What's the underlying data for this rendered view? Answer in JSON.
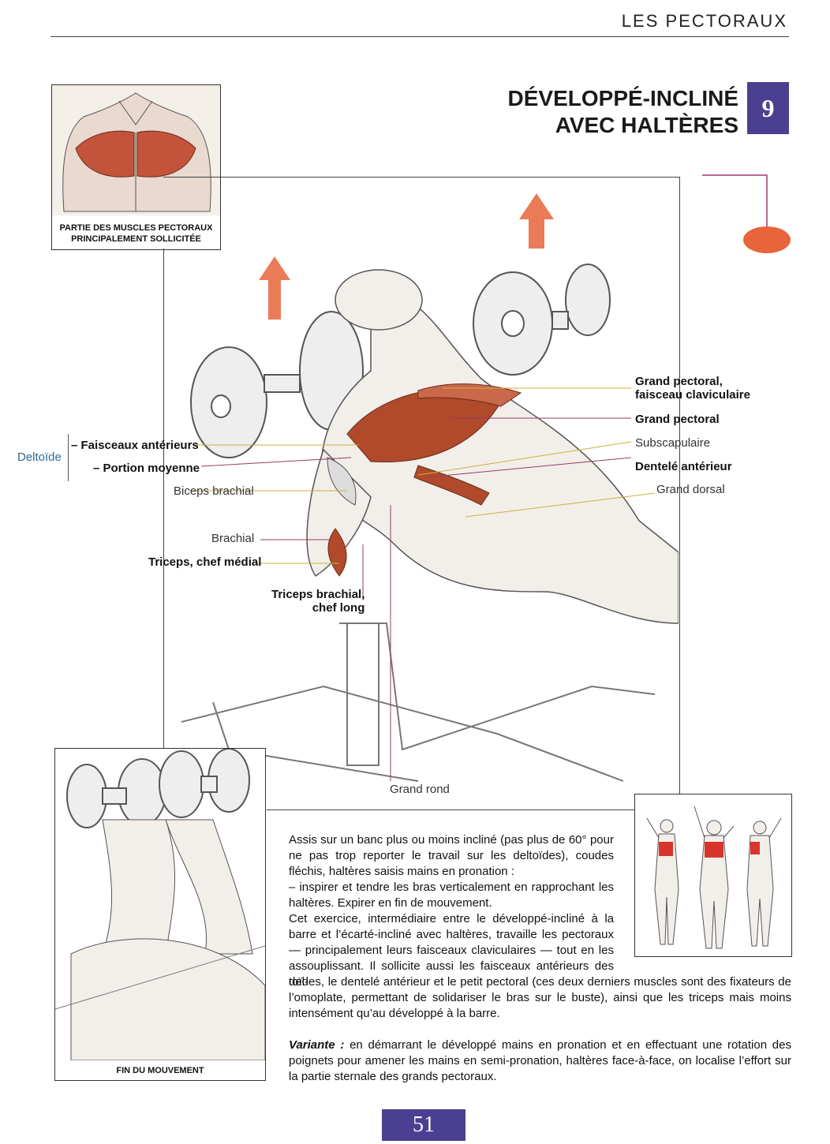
{
  "header": {
    "running_head": "LES PECTORAUX"
  },
  "title": {
    "line1": "DÉVELOPPÉ-INCLINÉ",
    "line2": "AVEC HALTÈRES",
    "number": "9"
  },
  "thumbnail": {
    "caption_line1": "PARTIE DES MUSCLES PECTORAUX",
    "caption_line2": "PRINCIPALEMENT SOLLICITÉE"
  },
  "labels_right": {
    "grand_pectoral_clav_1": "Grand pectoral,",
    "grand_pectoral_clav_2": "faisceau claviculaire",
    "grand_pectoral": "Grand pectoral",
    "subscapulaire": "Subscapulaire",
    "dentele": "Dentelé antérieur",
    "grand_dorsal": "Grand dorsal"
  },
  "labels_left": {
    "deltoide": "Deltoïde",
    "faisceaux": "– Faisceaux antérieurs",
    "portion": "– Portion moyenne",
    "biceps": "Biceps brachial",
    "brachial": "Brachial",
    "triceps_medial": "Triceps, chef médial",
    "triceps_long_1": "Triceps brachial,",
    "triceps_long_2": "chef long",
    "grand_rond": "Grand rond"
  },
  "fin": {
    "caption": "FIN DU MOUVEMENT"
  },
  "text": {
    "p1": "Assis sur un banc plus ou moins incliné (pas plus de 60° pour ne pas trop reporter le travail sur les deltoïdes), coudes fléchis, haltères saisis mains en pronation :",
    "p2": "– inspirer et tendre les bras verticalement en rapprochant les haltères. Expirer en fin de mouvement.",
    "p3": "Cet exercice, intermédiaire entre le développé-incliné à la barre et l’écarté-incliné avec haltères, travaille les pectoraux — principalement leurs faisceaux claviculaires — tout en les assouplissant. Il sollicite aussi les faisceaux antérieurs des del-",
    "p3b": "toïdes, le dentelé antérieur et le petit pectoral (ces deux derniers muscles sont des fixateurs de l’omoplate, permettant de solidariser le bras sur le buste), ainsi que les triceps mais moins intensément qu’au développé à la barre.",
    "variant_label": "Variante :",
    "variant": " en démarrant le développé mains en pronation et en effectuant une rotation des poignets pour amener les mains en semi-pronation, haltères face-à-face, on localise l’effort sur la partie sternale des grands pectoraux."
  },
  "footer": {
    "page_number": "51"
  },
  "colors": {
    "accent": "#4b3f91",
    "muscle": "#b04a2a",
    "arrow": "#e8643a"
  }
}
